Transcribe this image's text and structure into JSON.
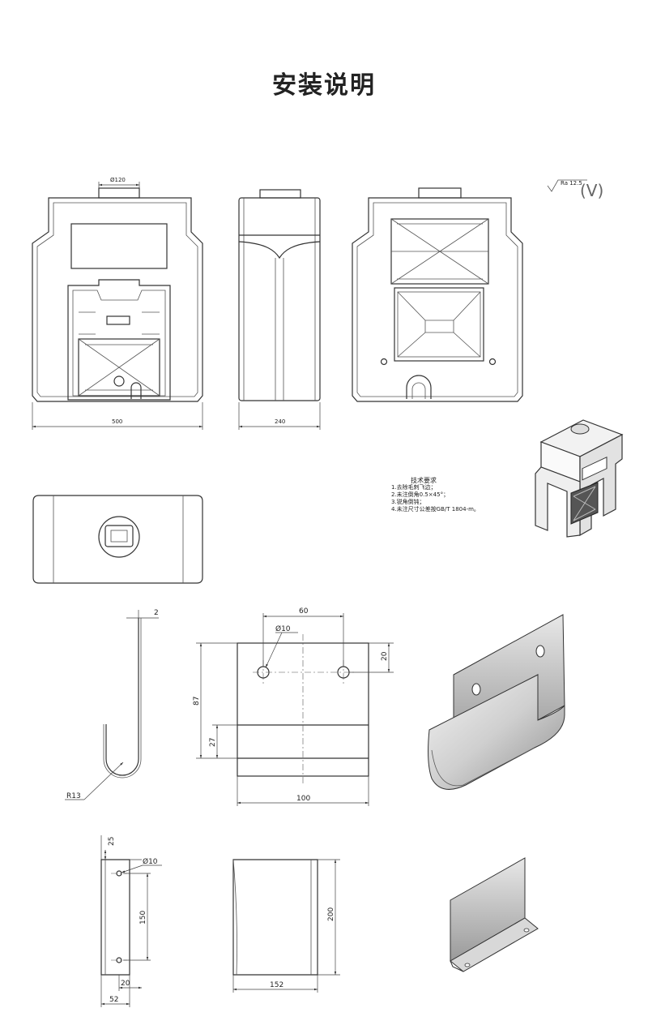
{
  "title": "安装说明",
  "roughness": {
    "symbol_text": "Ra 12.5",
    "suffix": "(V)"
  },
  "top_drawing": {
    "front_view_width": "500",
    "side_view_width": "240",
    "top_diameter": "Ø120"
  },
  "notes": {
    "heading": "技术要求",
    "items": [
      "1.去除毛刺飞边；",
      "2.未注倒角0.5×45°；",
      "3.锐角倒钝；",
      "4.未注尺寸公差按GB/T 1804-m。"
    ]
  },
  "hook_drawing": {
    "thickness": "2",
    "bend_radius": "R13",
    "hole_spacing": "60",
    "hole_diameter": "Ø10",
    "hole_offset": "20",
    "height": "87",
    "lower_height": "27",
    "width": "100"
  },
  "bracket_drawing": {
    "top_offset": "25",
    "hole_diameter": "Ø10",
    "hole_spacing": "150",
    "flange": "20",
    "depth": "52",
    "height": "200",
    "width": "152"
  }
}
